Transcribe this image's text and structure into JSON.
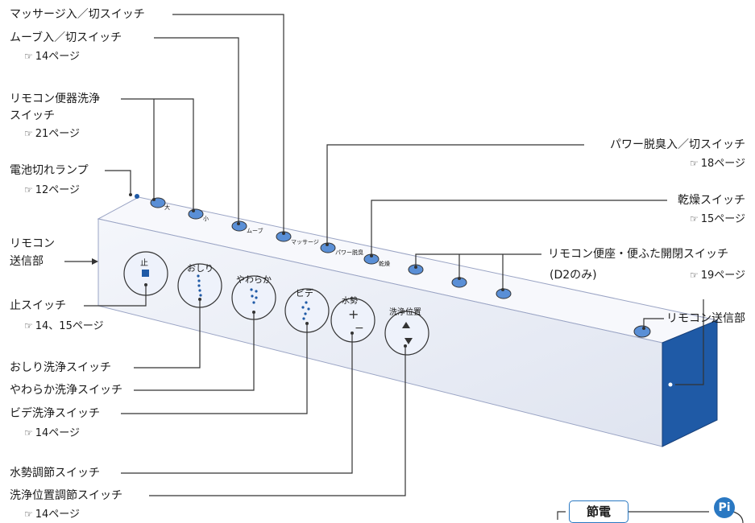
{
  "labels": {
    "massage": "マッサージ入／切スイッチ",
    "move": "ムーブ入／切スイッチ",
    "move_ref": "14ページ",
    "flush": "リモコン便器洗浄",
    "flush2": "スイッチ",
    "flush_ref": "21ページ",
    "battery": "電池切れランプ",
    "battery_ref": "12ページ",
    "transmitter_left_1": "リモコン",
    "transmitter_left_2": "送信部",
    "stop": "止スイッチ",
    "stop_ref": "14、15ページ",
    "oshiri": "おしり洗浄スイッチ",
    "yawaraka": "やわらか洗浄スイッチ",
    "bidet": "ビデ洗浄スイッチ",
    "bidet_ref": "14ページ",
    "water": "水勢調節スイッチ",
    "position": "洗浄位置調節スイッチ",
    "position_ref": "14ページ",
    "power_deodor": "パワー脱臭入／切スイッチ",
    "power_deodor_ref": "18ページ",
    "dry": "乾燥スイッチ",
    "dry_ref": "15ページ",
    "seat": "リモコン便座・便ふた開閉スイッチ",
    "seat_note": "(D2のみ)",
    "seat_ref": "19ページ",
    "transmitter_right": "リモコン送信部"
  },
  "device": {
    "buttons": {
      "stop": "止",
      "oshiri": "おしり",
      "yawaraka": "やわらか",
      "bidet": "ビデ",
      "water": "水勢",
      "position": "洗浄位置"
    },
    "small": {
      "dai": "大",
      "sho": "小",
      "move": "ムーブ",
      "massage": "マッサージ",
      "power": "パワー脱臭",
      "dry": "乾燥"
    }
  },
  "footer": {
    "tag": "節電",
    "badge": "Pi"
  },
  "icons": {
    "ref": "hand-point-icon"
  },
  "colors": {
    "accent": "#2a78c2",
    "device_side": "#1f5aa6"
  }
}
